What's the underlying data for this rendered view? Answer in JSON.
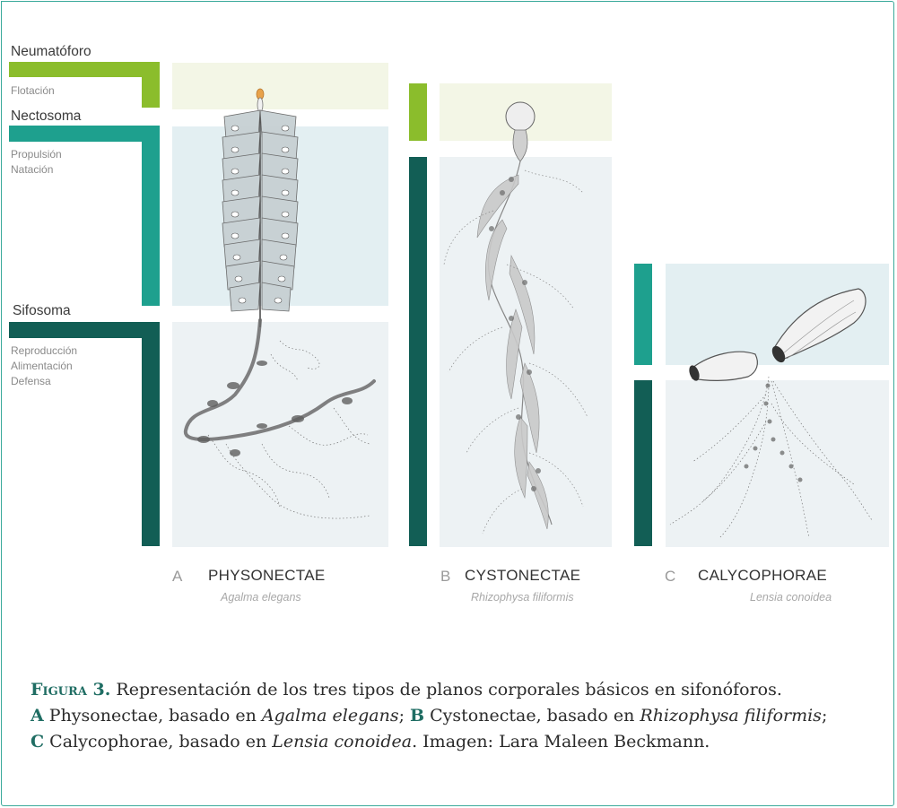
{
  "colors": {
    "frame": "#3aa99a",
    "pneumatophore_bar": "#8bbd2c",
    "nectosome_bar": "#1ea08e",
    "siphosome_bar": "#125e55",
    "pneumatophore_panel": "#f3f6e6",
    "nectosome_panel": "#e3eff2",
    "siphosome_panel": "#edf2f4",
    "caption_accent": "#1f6d63"
  },
  "zones": [
    {
      "name": "Neumatóforo",
      "functions": [
        "Flotación"
      ]
    },
    {
      "name": "Nectosoma",
      "functions": [
        "Propulsión",
        "Natación"
      ]
    },
    {
      "name": "Sifosoma",
      "functions": [
        "Reproducción",
        "Alimentación",
        "Defensa"
      ]
    }
  ],
  "organisms": [
    {
      "letter": "A",
      "group": "PHYSONECTAE",
      "species": "Agalma elegans"
    },
    {
      "letter": "B",
      "group": "CYSTONECTAE",
      "species": "Rhizophysa filiformis"
    },
    {
      "letter": "C",
      "group": "CALYCOPHORAE",
      "species": "Lensia conoidea"
    }
  ],
  "caption": {
    "figure_label": "Figura 3.",
    "line1": " Representación de los tres tipos de planos corporales básicos en sifonóforos.",
    "a_key": "A",
    "a_text": " Physonectae, basado en ",
    "a_species": "Agalma elegans",
    "sep1": "; ",
    "b_key": "B",
    "b_text": " Cystonectae, basado en ",
    "b_species": "Rhizophysa filiformis",
    "sep2": ";",
    "c_key": "C",
    "c_text": " Calycophorae, basado en ",
    "c_species": "Lensia conoidea",
    "credit": ". Imagen: Lara Maleen Beckmann."
  }
}
